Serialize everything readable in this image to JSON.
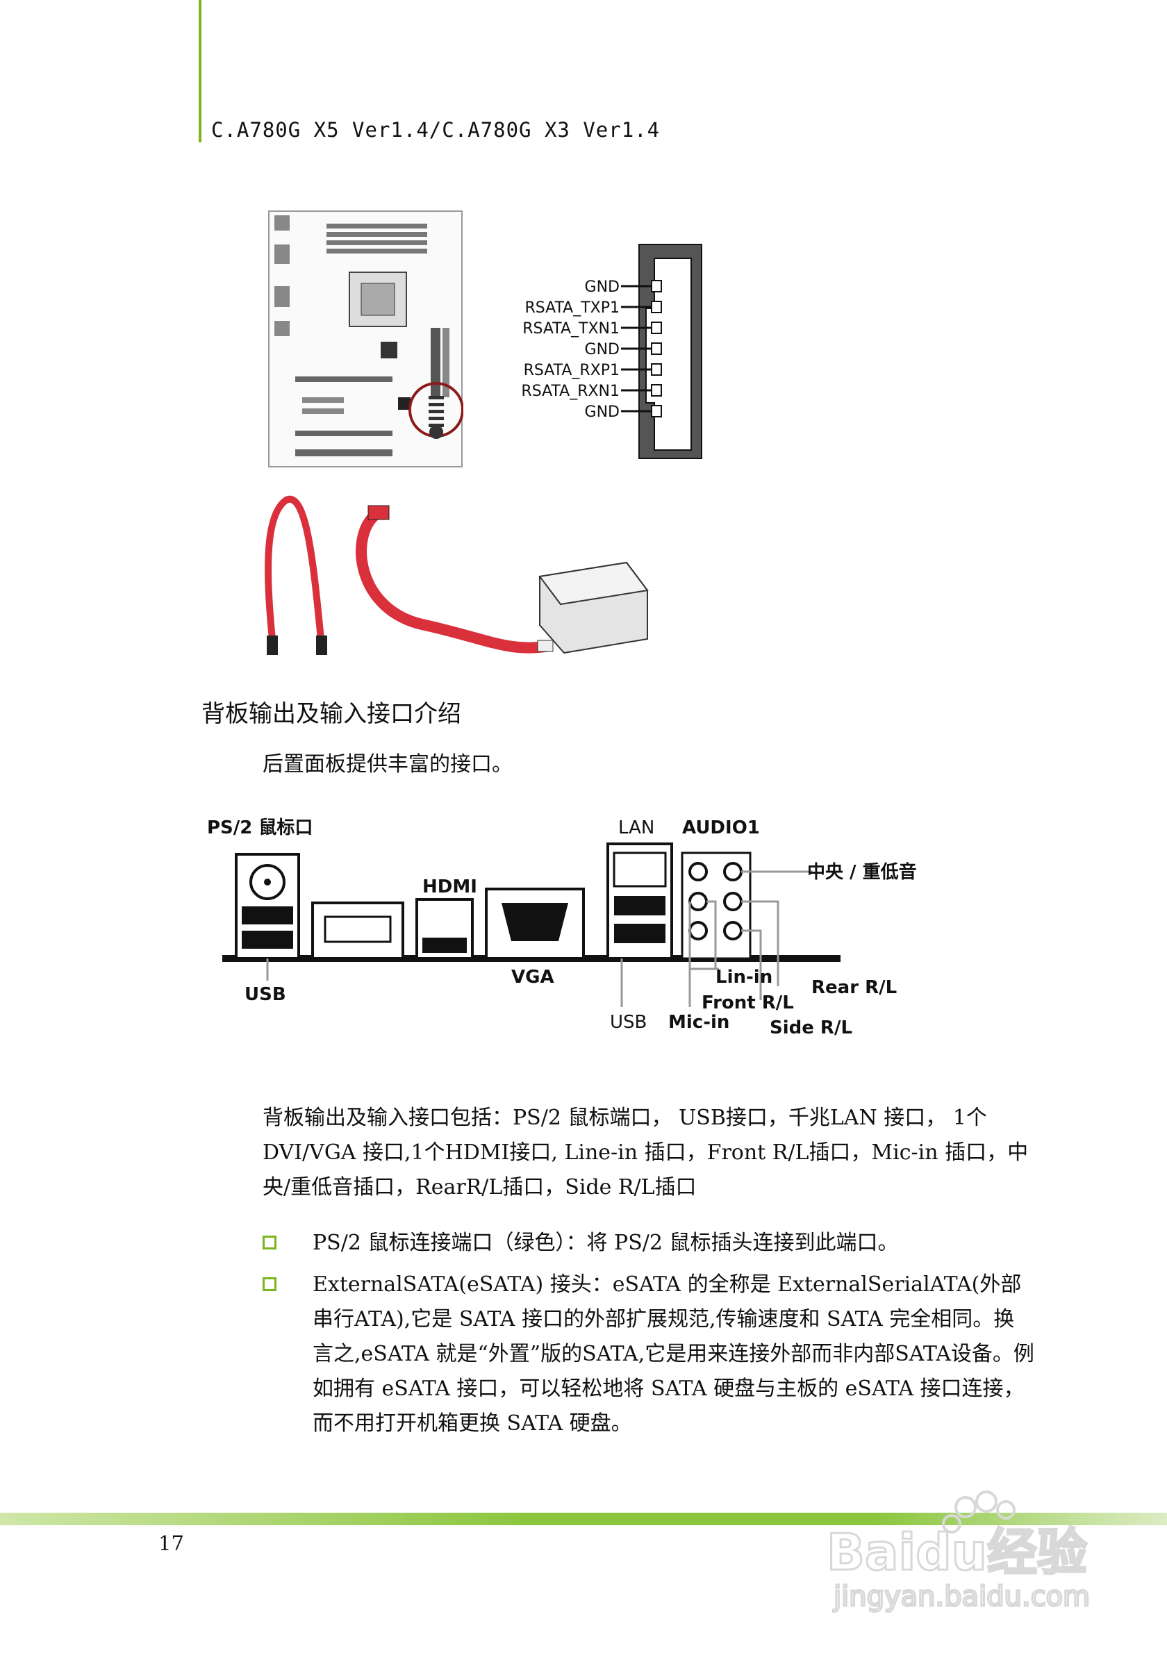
{
  "header": {
    "title": "C.A780G X5 Ver1.4/C.A780G X3 Ver1.4",
    "accent_color": "#7ab51d"
  },
  "sata_pinout": {
    "pins": [
      "GND",
      "RSATA_TXP1",
      "RSATA_TXN1",
      "GND",
      "RSATA_RXP1",
      "RSATA_RXN1",
      "GND"
    ]
  },
  "section": {
    "title": "背板输出及输入接口介绍",
    "intro": "后置面板提供丰富的接口。"
  },
  "rear_panel": {
    "ps2_label": "PS/2 鼠标口",
    "usb_left": "USB",
    "hdmi": "HDMI",
    "vga": "VGA",
    "lan": "LAN",
    "audio": "AUDIO1",
    "center": "中央 / 重低音",
    "lin_in": "Lin-in",
    "rear": "Rear R/L",
    "front": "Front R/L",
    "usb_right": "USB",
    "mic_in": "Mic-in",
    "side": "Side R/L"
  },
  "body": {
    "paragraph": "背板输出及输入接口包括：PS/2 鼠标端口， USB接口，千兆LAN 接口， 1个DVI/VGA 接口,1个HDMI接口, Line-in 插口，Front R/L插口，Mic-in 插口，中央/重低音插口，RearR/L插口，Side R/L插口",
    "bullets": [
      "PS/2 鼠标连接端口（绿色）：将 PS/2 鼠标插头连接到此端口。",
      "ExternalSATA(eSATA) 接头：eSATA 的全称是 ExternalSerialATA(外部串行ATA),它是 SATA 接口的外部扩展规范,传输速度和 SATA 完全相同。换言之,eSATA 就是“外置”版的SATA,它是用来连接外部而非内部SATA设备。例如拥有 eSATA 接口，可以轻松地将 SATA 硬盘与主板的 eSATA 接口连接，而不用打开机箱更换 SATA 硬盘。"
    ]
  },
  "footer": {
    "page_number": "17"
  },
  "watermark": {
    "brand": "Baidu经验",
    "url": "jingyan.baidu.com"
  }
}
